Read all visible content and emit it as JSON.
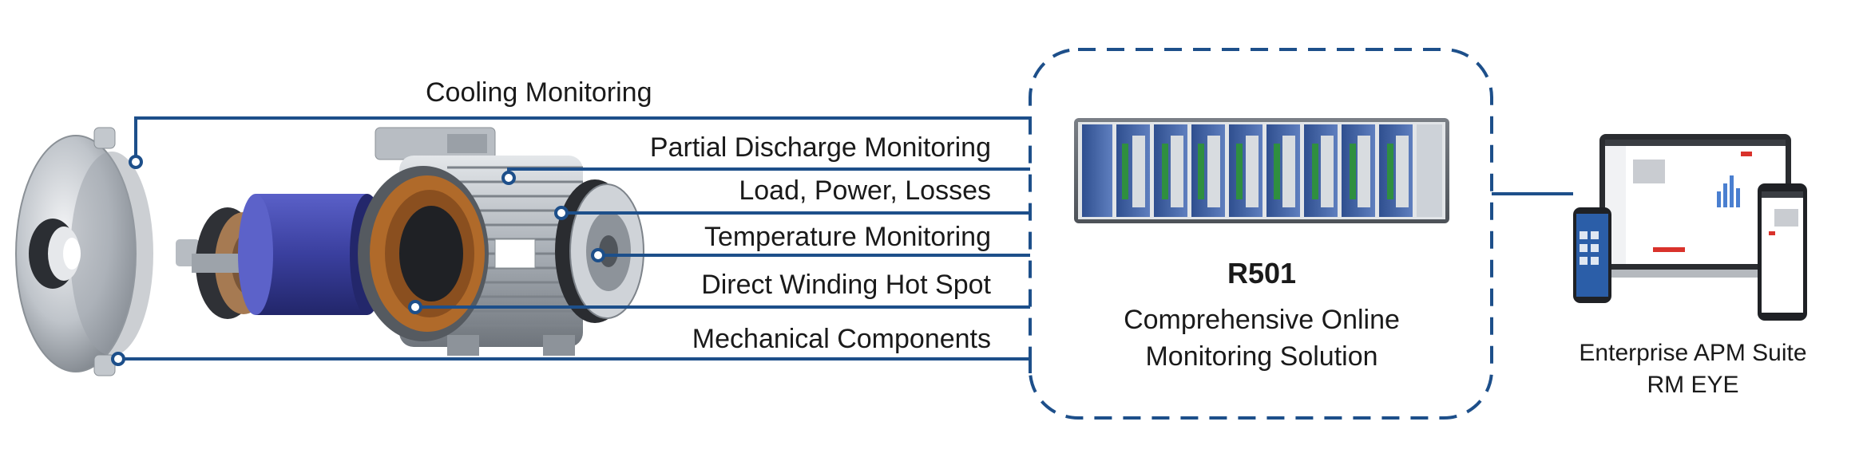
{
  "labels": {
    "cooling": "Cooling Monitoring",
    "partial_discharge": "Partial Discharge Monitoring",
    "load_power": "Load, Power, Losses",
    "temperature": "Temperature Monitoring",
    "hot_spot": "Direct Winding Hot Spot",
    "mechanical": "Mechanical Components"
  },
  "device": {
    "name": "R501",
    "desc_line1": "Comprehensive Online",
    "desc_line2": "Monitoring Solution"
  },
  "software": {
    "line1": "Enterprise APM Suite",
    "line2": "RM EYE"
  },
  "colors": {
    "connector": "#1d4f8a",
    "dashed_box": "#1d4f8a",
    "motor_housing": "#b9bec4",
    "rotor": "#3a3f9e",
    "winding": "#b06a2a"
  }
}
